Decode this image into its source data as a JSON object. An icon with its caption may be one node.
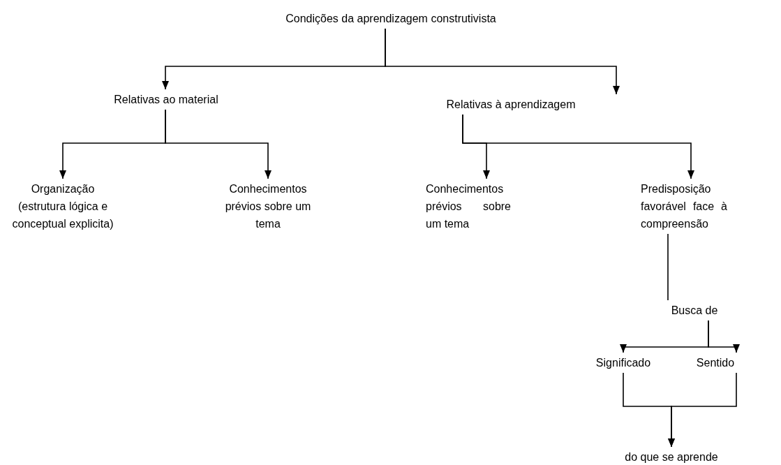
{
  "diagram": {
    "nodes": [
      {
        "text": [
          "Condições da aprendizagem construtivista"
        ]
      },
      {
        "text": [
          "Relativas ao material"
        ]
      },
      {
        "text": [
          "Relativas à aprendizagem"
        ]
      },
      {
        "text": [
          "Organização (estrutura lógica e conceptual explicita)"
        ]
      },
      {
        "text": [
          "Conhecimentos prévios sobre um tema"
        ]
      },
      {
        "text": [
          "Conhecimentos prévios sobre um tema"
        ]
      },
      {
        "text": [
          "Predisposição favorável face à compreensão"
        ]
      },
      {
        "text": [
          "Busca de"
        ]
      },
      {
        "text": [
          "Significado"
        ]
      },
      {
        "text": [
          "Sentido"
        ]
      },
      {
        "text": [
          "do que se aprende"
        ]
      }
    ],
    "edges": [
      {
        "from": 0,
        "to": 1,
        "arrow": "to"
      },
      {
        "from": 0,
        "to": 2,
        "arrow": "to"
      },
      {
        "from": 1,
        "to": 3,
        "arrow": "to"
      },
      {
        "from": 1,
        "to": 4,
        "arrow": "to"
      },
      {
        "from": 2,
        "to": 5,
        "arrow": "to"
      },
      {
        "from": 2,
        "to": 6,
        "arrow": "to"
      },
      {
        "from": 6,
        "to": 7,
        "arrow": "none"
      },
      {
        "from": 7,
        "to": 8,
        "arrow": "to"
      },
      {
        "from": 7,
        "to": 9,
        "arrow": "to"
      },
      {
        "from": 8,
        "to": 10,
        "arrow": "to"
      },
      {
        "from": 9,
        "to": 10,
        "arrow": "to"
      }
    ]
  }
}
